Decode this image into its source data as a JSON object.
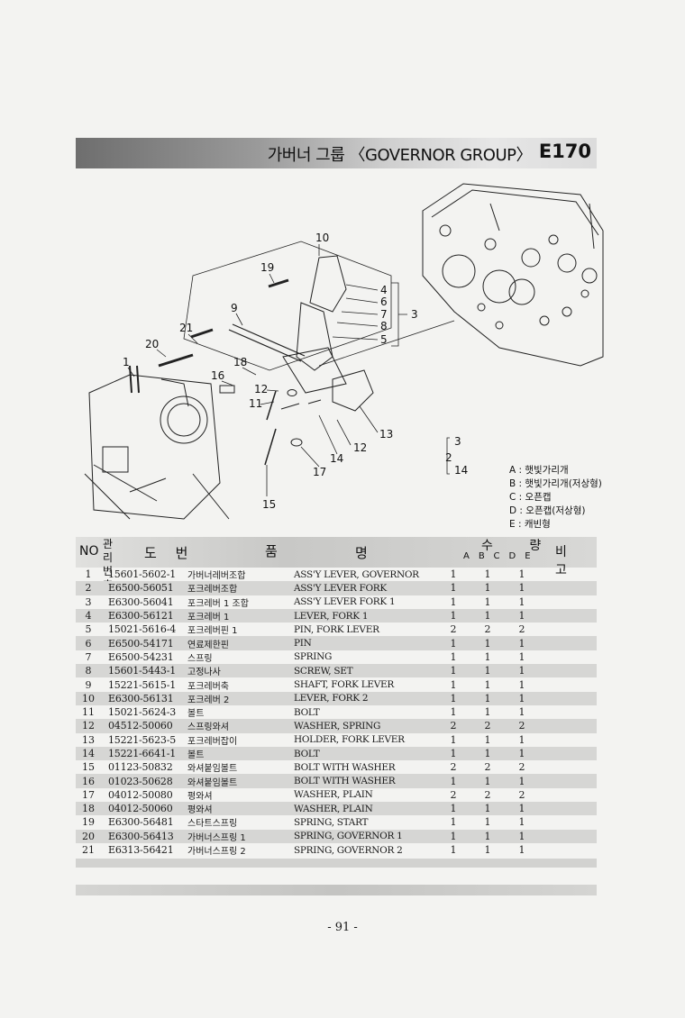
{
  "header": {
    "title": "가버너 그룹 〈GOVERNOR GROUP〉",
    "code": "E170"
  },
  "diagram": {
    "callouts": [
      "1",
      "2",
      "3",
      "4",
      "5",
      "6",
      "7",
      "8",
      "9",
      "10",
      "11",
      "12",
      "12",
      "13",
      "14",
      "15",
      "16",
      "17",
      "18",
      "19",
      "20",
      "21"
    ],
    "bracket": {
      "top": "3",
      "mid": "2",
      "bottom": "14"
    }
  },
  "legend": [
    "A : 햇빛가리개",
    "B : 햇빛가리개(저상형)",
    "C : 오픈캡",
    "D : 오픈캡(저상형)",
    "E : 캐빈형"
  ],
  "table": {
    "h_no": "NO",
    "h_mgmt": "관 리 번 호",
    "h_drawing": "도 번",
    "h_item": "품",
    "h_name": "명",
    "h_qty": "수 량",
    "h_remark": "비 고",
    "h_cols": [
      "A",
      "B",
      "C",
      "D",
      "E"
    ],
    "rows": [
      {
        "no": "1",
        "part": "15601-5602-1",
        "kor": "가버너레버조합",
        "eng": "ASS'Y LEVER, GOVERNOR",
        "a": "1",
        "c": "1",
        "e": "1"
      },
      {
        "no": "2",
        "part": "E6500-56051",
        "kor": "포크레버조합",
        "eng": "ASS'Y LEVER FORK",
        "a": "1",
        "c": "1",
        "e": "1"
      },
      {
        "no": "3",
        "part": "E6300-56041",
        "kor": "포크레버 1 조합",
        "eng": "ASS'Y LEVER FORK 1",
        "a": "1",
        "c": "1",
        "e": "1"
      },
      {
        "no": "4",
        "part": "E6300-56121",
        "kor": "포크레버 1",
        "eng": "LEVER, FORK 1",
        "a": "1",
        "c": "1",
        "e": "1"
      },
      {
        "no": "5",
        "part": "15021-5616-4",
        "kor": "포크레버핀 1",
        "eng": "PIN, FORK LEVER",
        "a": "2",
        "c": "2",
        "e": "2"
      },
      {
        "no": "6",
        "part": "E6500-54171",
        "kor": "연료제한핀",
        "eng": "PIN",
        "a": "1",
        "c": "1",
        "e": "1"
      },
      {
        "no": "7",
        "part": "E6500-54231",
        "kor": "스프링",
        "eng": "SPRING",
        "a": "1",
        "c": "1",
        "e": "1"
      },
      {
        "no": "8",
        "part": "15601-5443-1",
        "kor": "고정나사",
        "eng": "SCREW, SET",
        "a": "1",
        "c": "1",
        "e": "1"
      },
      {
        "no": "9",
        "part": "15221-5615-1",
        "kor": "포크레버축",
        "eng": "SHAFT, FORK LEVER",
        "a": "1",
        "c": "1",
        "e": "1"
      },
      {
        "no": "10",
        "part": "E6300-56131",
        "kor": "포크레버 2",
        "eng": "LEVER, FORK 2",
        "a": "1",
        "c": "1",
        "e": "1"
      },
      {
        "no": "11",
        "part": "15021-5624-3",
        "kor": "볼트",
        "eng": "BOLT",
        "a": "1",
        "c": "1",
        "e": "1"
      },
      {
        "no": "12",
        "part": "04512-50060",
        "kor": "스프링와셔",
        "eng": "WASHER, SPRING",
        "a": "2",
        "c": "2",
        "e": "2"
      },
      {
        "no": "13",
        "part": "15221-5623-5",
        "kor": "포크레버잡이",
        "eng": "HOLDER, FORK LEVER",
        "a": "1",
        "c": "1",
        "e": "1"
      },
      {
        "no": "14",
        "part": "15221-6641-1",
        "kor": "볼트",
        "eng": "BOLT",
        "a": "1",
        "c": "1",
        "e": "1"
      },
      {
        "no": "15",
        "part": "01123-50832",
        "kor": "와셔붙임볼트",
        "eng": "BOLT WITH WASHER",
        "a": "2",
        "c": "2",
        "e": "2"
      },
      {
        "no": "16",
        "part": "01023-50628",
        "kor": "와셔붙임볼트",
        "eng": "BOLT WITH WASHER",
        "a": "1",
        "c": "1",
        "e": "1"
      },
      {
        "no": "17",
        "part": "04012-50080",
        "kor": "평와셔",
        "eng": "WASHER, PLAIN",
        "a": "2",
        "c": "2",
        "e": "2"
      },
      {
        "no": "18",
        "part": "04012-50060",
        "kor": "평와셔",
        "eng": "WASHER, PLAIN",
        "a": "1",
        "c": "1",
        "e": "1"
      },
      {
        "no": "19",
        "part": "E6300-56481",
        "kor": "스타트스프링",
        "eng": "SPRING, START",
        "a": "1",
        "c": "1",
        "e": "1"
      },
      {
        "no": "20",
        "part": "E6300-56413",
        "kor": "가버너스프링 1",
        "eng": "SPRING, GOVERNOR 1",
        "a": "1",
        "c": "1",
        "e": "1"
      },
      {
        "no": "21",
        "part": "E6313-56421",
        "kor": "가버너스프링 2",
        "eng": "SPRING, GOVERNOR 2",
        "a": "1",
        "c": "1",
        "e": "1"
      }
    ]
  },
  "page_number": "- 91 -"
}
